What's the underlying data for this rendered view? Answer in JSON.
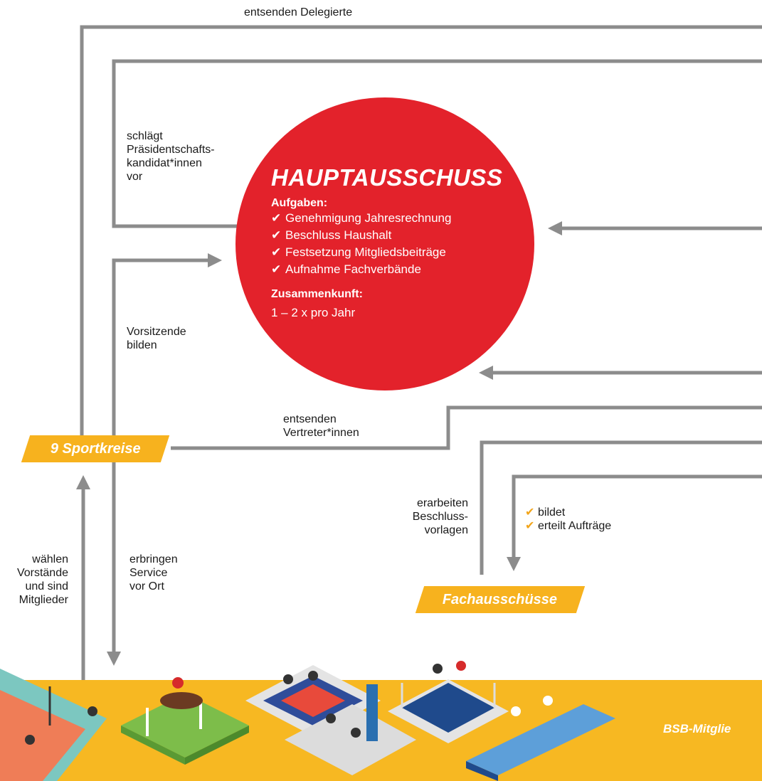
{
  "colors": {
    "arrow": "#8c8c8c",
    "circle": "#e3222b",
    "accent": "#f7b21e"
  },
  "labels": {
    "top": "entsenden Delegierte",
    "propose": [
      "schlägt",
      "Präsidentschafts-",
      "kandidat*innen",
      "vor"
    ],
    "chairs": [
      "Vorsitzende",
      "bilden"
    ],
    "send_reps": [
      "entsenden",
      "Vertreter*innen"
    ],
    "elect": [
      "wählen",
      "Vorstände",
      "und sind",
      "Mitglieder"
    ],
    "service": [
      "erbringen",
      "Service",
      "vor Ort"
    ],
    "prepare": [
      "erarbeiten",
      "Beschluss-",
      "vorlagen"
    ],
    "forms": [
      "bildet",
      "erteilt Aufträge"
    ]
  },
  "committee": {
    "title": "HAUPTAUSSCHUSS",
    "tasks_heading": "Aufgaben:",
    "tasks": [
      "Genehmigung Jahresrechnung",
      "Beschluss Haushalt",
      "Festsetzung Mitgliedsbeiträge",
      "Aufnahme Fachverbände"
    ],
    "meeting_heading": "Zusammenkunft:",
    "meeting_frequency": "1 – 2 x pro Jahr",
    "check_glyph": "✔"
  },
  "sportkreise": "9 Sportkreise",
  "fachausschuesse": "Fachausschüsse",
  "members_banner": "BSB-Mitglie",
  "illustration_scenes": [
    "volleyball-court-icon",
    "show-jumping-icon",
    "karate-icon",
    "shooting-icon",
    "boxing-ring-icon",
    "fencing-icon"
  ]
}
